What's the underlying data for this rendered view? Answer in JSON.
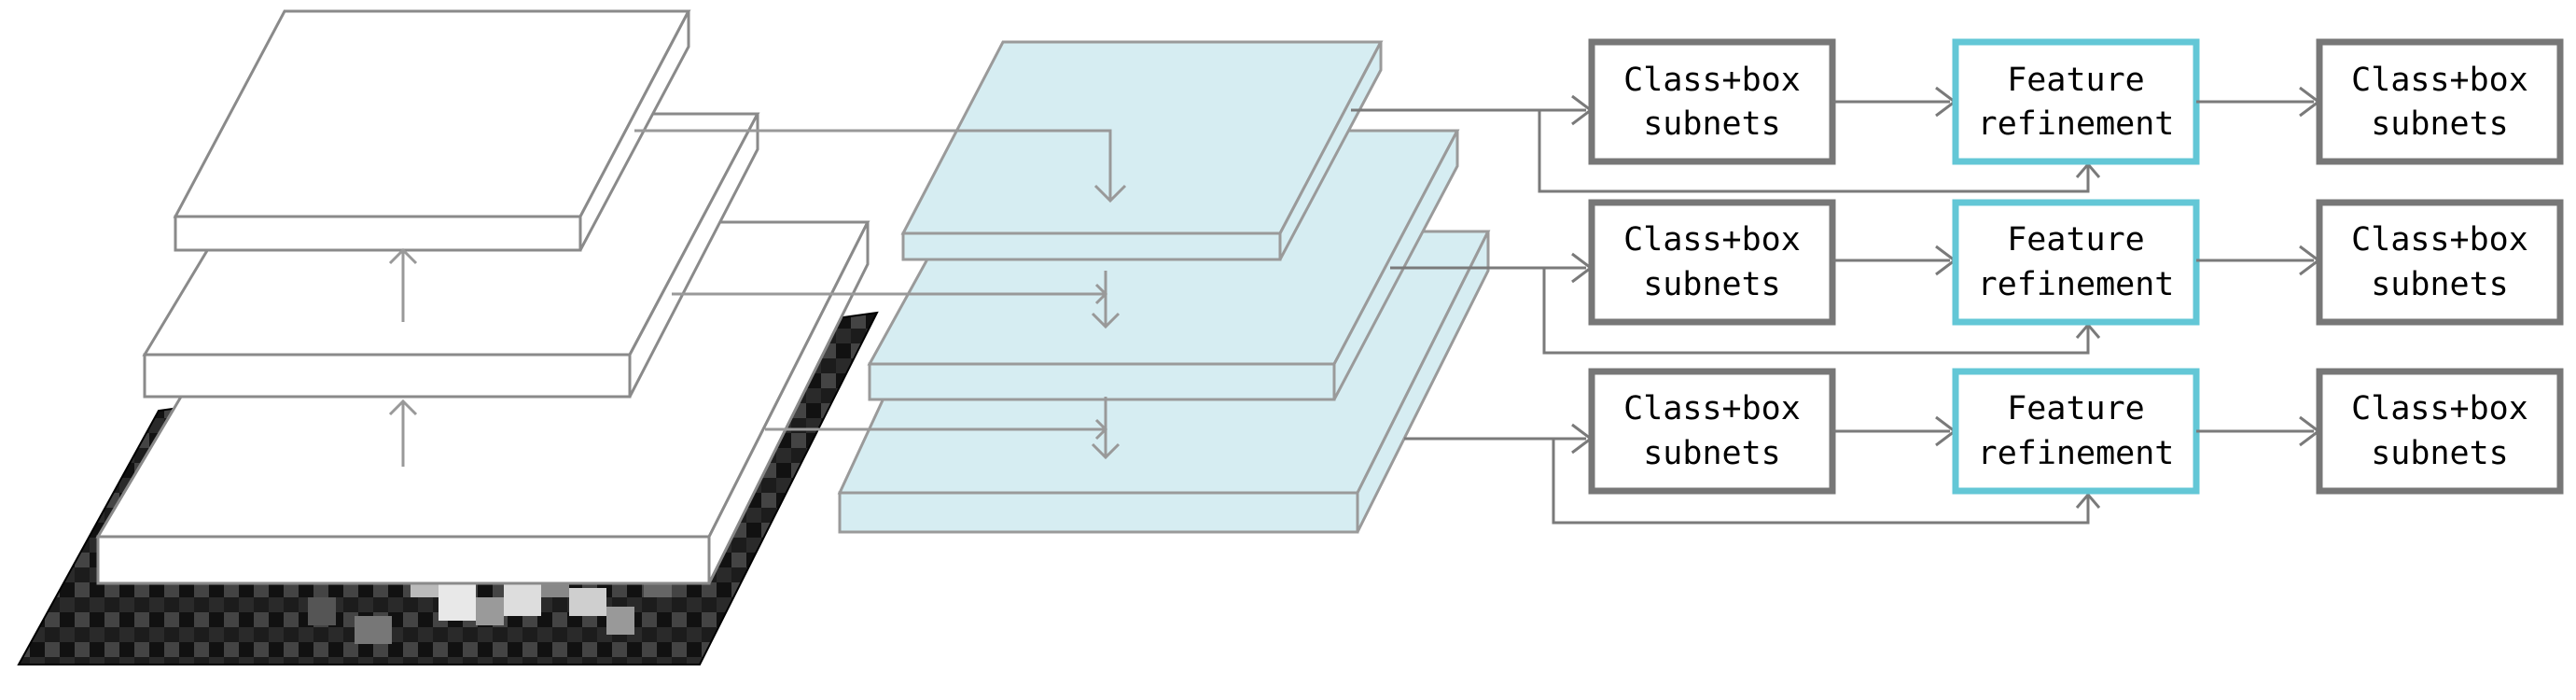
{
  "colors": {
    "stroke": "#7a7a7a",
    "box_border": "#777777",
    "refine_border": "#63c7d6",
    "fpn_fill": "#d6edf2",
    "fpn_stroke": "#9a9a9a",
    "backbone_fill": "#ffffff"
  },
  "image_patch": {
    "description_icon": "grayscale-feature-image"
  },
  "rows": [
    {
      "stage1": {
        "line1": "Class+box",
        "line2": "subnets"
      },
      "refine": {
        "line1": "Feature",
        "line2": "refinement"
      },
      "stage2": {
        "line1": "Class+box",
        "line2": "subnets"
      }
    },
    {
      "stage1": {
        "line1": "Class+box",
        "line2": "subnets"
      },
      "refine": {
        "line1": "Feature",
        "line2": "refinement"
      },
      "stage2": {
        "line1": "Class+box",
        "line2": "subnets"
      }
    },
    {
      "stage1": {
        "line1": "Class+box",
        "line2": "subnets"
      },
      "refine": {
        "line1": "Feature",
        "line2": "refinement"
      },
      "stage2": {
        "line1": "Class+box",
        "line2": "subnets"
      }
    }
  ]
}
